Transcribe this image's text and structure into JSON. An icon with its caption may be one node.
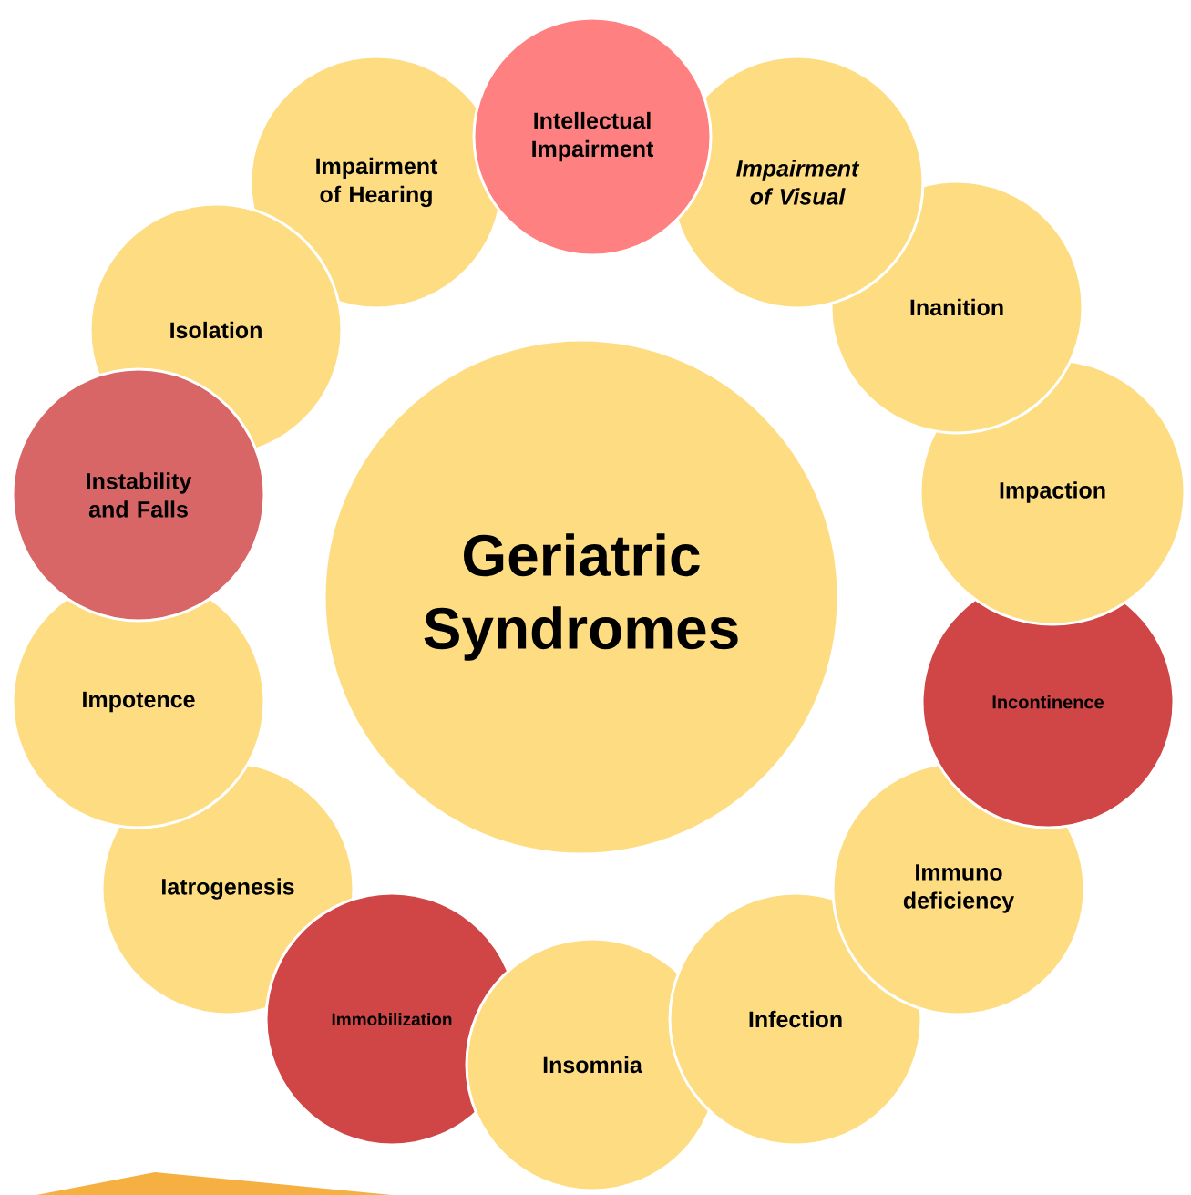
{
  "diagram": {
    "nodes": [
      {
        "text": [
          "Geriatric Syndromes"
        ]
      },
      {
        "text": [
          "Intellectual Impairment"
        ]
      },
      {
        "text": [
          "Impairment of Visual"
        ]
      },
      {
        "text": [
          "Inanition"
        ]
      },
      {
        "text": [
          "Impaction"
        ]
      },
      {
        "text": [
          "Incontinence"
        ]
      },
      {
        "text": [
          "Immuno deficiency"
        ]
      },
      {
        "text": [
          "Infection"
        ]
      },
      {
        "text": [
          "Insomnia"
        ]
      },
      {
        "text": [
          "Immobilization"
        ]
      },
      {
        "text": [
          "Iatrogenesis"
        ]
      },
      {
        "text": [
          "Impotence"
        ]
      },
      {
        "text": [
          "Instability and Falls"
        ]
      },
      {
        "text": [
          "Isolation"
        ]
      },
      {
        "text": [
          "Impairment of Hearing"
        ]
      }
    ]
  }
}
